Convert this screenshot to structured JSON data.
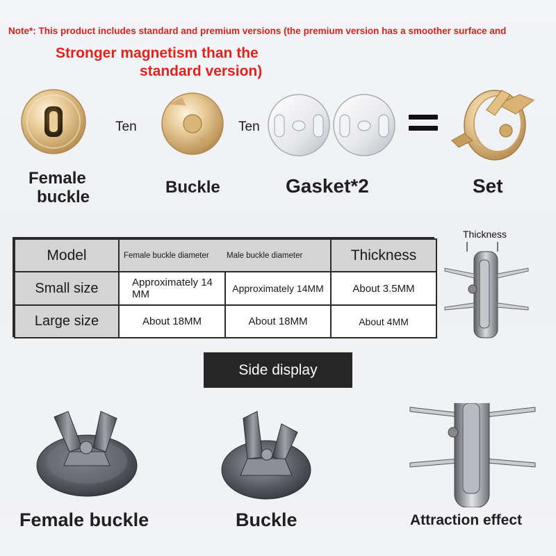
{
  "note": {
    "label": "Note*:",
    "text": " This product includes standard and premium versions (the premium version has a smoother surface and"
  },
  "headline": {
    "line1": "Stronger magnetism than the",
    "line2": "standard version)"
  },
  "parts": {
    "female_line1": "Female",
    "female_line2": "buckle",
    "plus1": "Ten",
    "buckle": "Buckle",
    "plus2": "Ten",
    "gasket": "Gasket*2",
    "set": "Set"
  },
  "table": {
    "headers": [
      "Model",
      "Female buckle diameter",
      "Male buckle diameter",
      "Thickness"
    ],
    "rows": [
      {
        "model": "Small size",
        "female": "Approximately 14 MM",
        "male": "Approximately 14MM",
        "thickness": "About 3.5MM"
      },
      {
        "model": "Large size",
        "female": "About 18MM",
        "male": "About 18MM",
        "thickness": "About 4MM"
      }
    ]
  },
  "thickness_label": "Thickness",
  "side_display": "Side display",
  "bottom": {
    "female": "Female buckle",
    "buckle": "Buckle",
    "attraction": "Attraction effect"
  },
  "colors": {
    "red": "#e0231c",
    "gold": "#d9b36d",
    "gunmetal": "#4a4c52"
  }
}
